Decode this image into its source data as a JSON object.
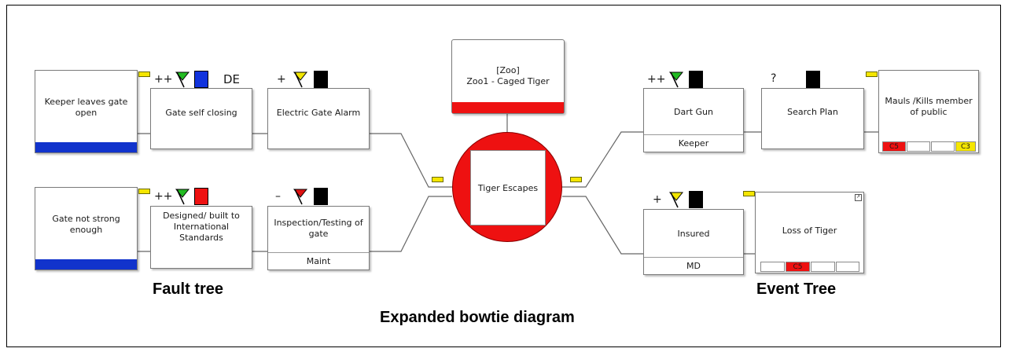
{
  "hazard": {
    "text_line1": "[Zoo]",
    "text_line2": "Zoo1 - Caged Tiger",
    "color": "#ee1111"
  },
  "top_event": {
    "text": "Tiger Escapes",
    "color": "#ee1111"
  },
  "threats": [
    {
      "text": "Keeper leaves gate open",
      "bar_color": "#1133cc"
    },
    {
      "text": "Gate not strong enough",
      "bar_color": "#1133cc"
    }
  ],
  "prevention_barriers": [
    {
      "text": "Gate self closing",
      "rating": "++",
      "flag_color": "#22bb22",
      "square_color": "#1133dd",
      "tag": "DE",
      "owner": ""
    },
    {
      "text": "Electric Gate Alarm",
      "rating": "+",
      "flag_color": "#f2e600",
      "square_color": "#000000",
      "tag": "",
      "owner": ""
    },
    {
      "text": "Designed/ built to International Standards",
      "rating": "++",
      "flag_color": "#22bb22",
      "square_color": "#ee1111",
      "tag": "",
      "owner": ""
    },
    {
      "text": "Inspection/Testing of gate",
      "rating": "–",
      "flag_color": "#dd1111",
      "square_color": "#000000",
      "tag": "",
      "owner": "Maint"
    }
  ],
  "mitigation_barriers": [
    {
      "text": "Dart Gun",
      "rating": "++",
      "flag_color": "#22bb22",
      "square_color": "#000000",
      "owner": "Keeper"
    },
    {
      "text": "Search Plan",
      "rating": "?",
      "flag_color": "",
      "square_color": "#000000",
      "owner": ""
    },
    {
      "text": "Insured",
      "rating": "+",
      "flag_color": "#f2e600",
      "square_color": "#000000",
      "owner": "MD"
    }
  ],
  "consequences": [
    {
      "text": "Mauls /Kills member of public",
      "cells": [
        "C5",
        "",
        "",
        "C3"
      ],
      "cell_colors": [
        "#ee1111",
        "#ffffff",
        "#ffffff",
        "#f5e600"
      ]
    },
    {
      "text": "Loss of Tiger",
      "cells": [
        "",
        "C5",
        "",
        ""
      ],
      "cell_colors": [
        "#ffffff",
        "#ee1111",
        "#ffffff",
        "#ffffff"
      ]
    }
  ],
  "labels": {
    "fault_tree": "Fault tree",
    "event_tree": "Event Tree",
    "diagram_title": "Expanded bowtie diagram"
  }
}
